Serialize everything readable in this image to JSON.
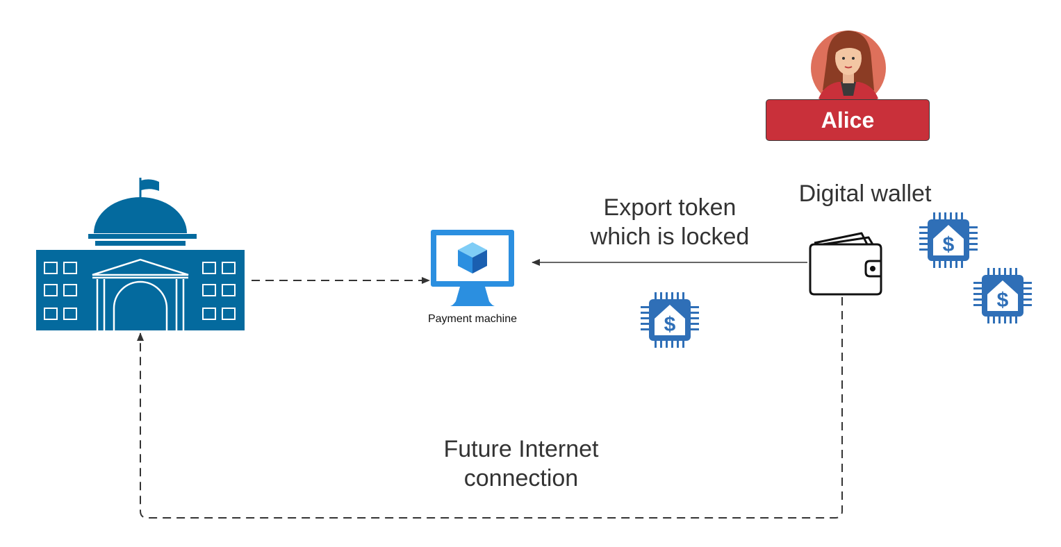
{
  "nodes": {
    "central_bank": {
      "icon": "government-building-icon"
    },
    "payment_machine": {
      "label": "Payment machine",
      "icon": "monitor-cube-icon"
    },
    "alice": {
      "label": "Alice",
      "icon": "woman-avatar-icon"
    },
    "digital_wallet": {
      "label": "Digital wallet",
      "icon": "wallet-icon"
    },
    "tokens": {
      "icon": "dollar-chip-icon",
      "count": 3
    }
  },
  "edges": {
    "export": {
      "label_line1": "Export token",
      "label_line2": "which is locked",
      "style": "solid"
    },
    "bank_to_machine": {
      "style": "dashed"
    },
    "future": {
      "label_line1": "Future Internet",
      "label_line2": "connection",
      "style": "dashed"
    }
  },
  "colors": {
    "bank_blue": "#046a9e",
    "chip_blue": "#2f6fb7",
    "monitor_blue": "#2b8fe0",
    "alice_red": "#c9303a",
    "text": "#333333"
  }
}
